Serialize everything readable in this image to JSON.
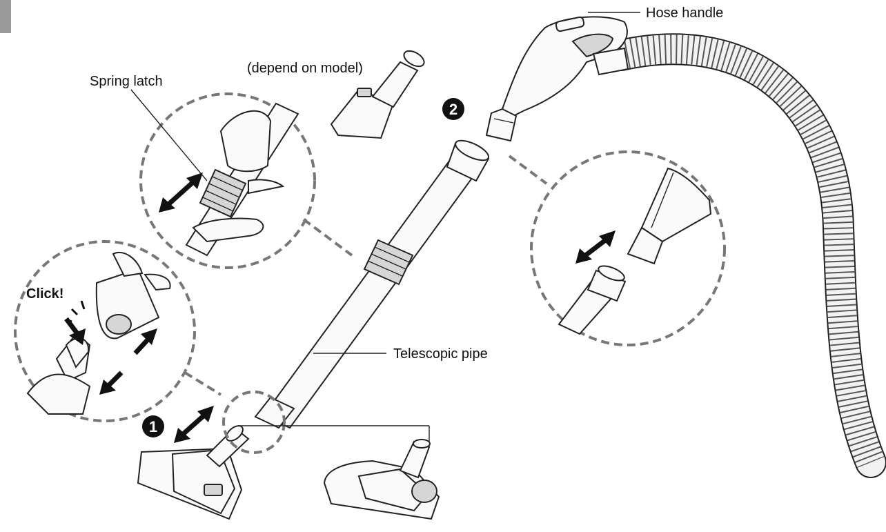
{
  "labels": {
    "hose_handle": "Hose handle",
    "depend_on_model": "(depend on model)",
    "spring_latch": "Spring latch",
    "telescopic_pipe": "Telescopic pipe",
    "click": "Click!"
  },
  "steps": [
    {
      "number": "1"
    },
    {
      "number": "2"
    }
  ],
  "colors": {
    "line": "#222222",
    "dashed_callout": "#777777",
    "page_tab": "#9a9a9a"
  }
}
